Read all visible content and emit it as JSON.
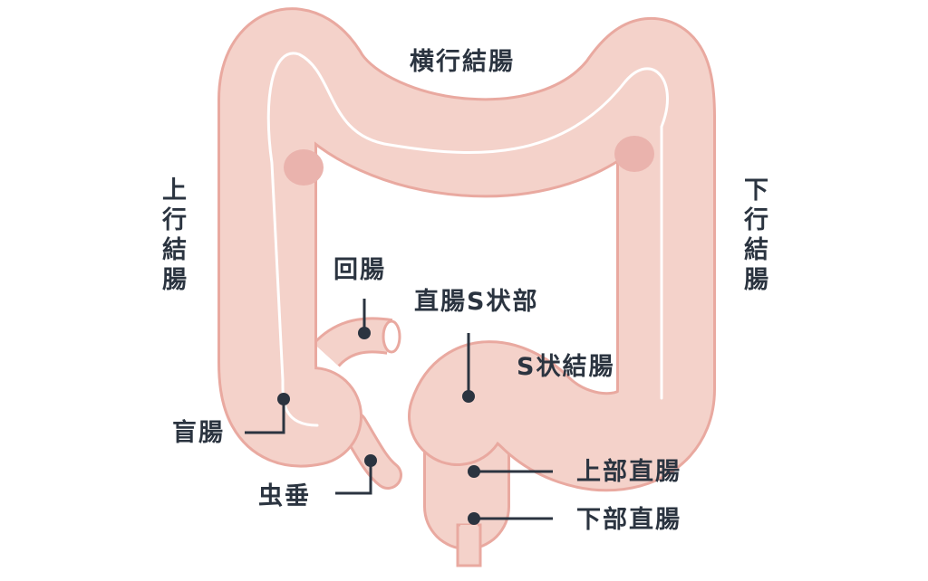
{
  "colors": {
    "fill": "#f4d2ca",
    "outline": "#e9a9a0",
    "shade": "#eab3ad",
    "highlight": "#ffffff",
    "text": "#2b3440",
    "leader": "#2b3440"
  },
  "labels": {
    "transverse_colon": "横行結腸",
    "ascending_colon": "上行結腸",
    "descending_colon": "下行結腸",
    "ileum": "回腸",
    "rectosigmoid": "直腸S状部",
    "sigmoid_colon": "S状結腸",
    "cecum": "盲腸",
    "appendix": "虫垂",
    "upper_rectum": "上部直腸",
    "lower_rectum": "下部直腸"
  }
}
